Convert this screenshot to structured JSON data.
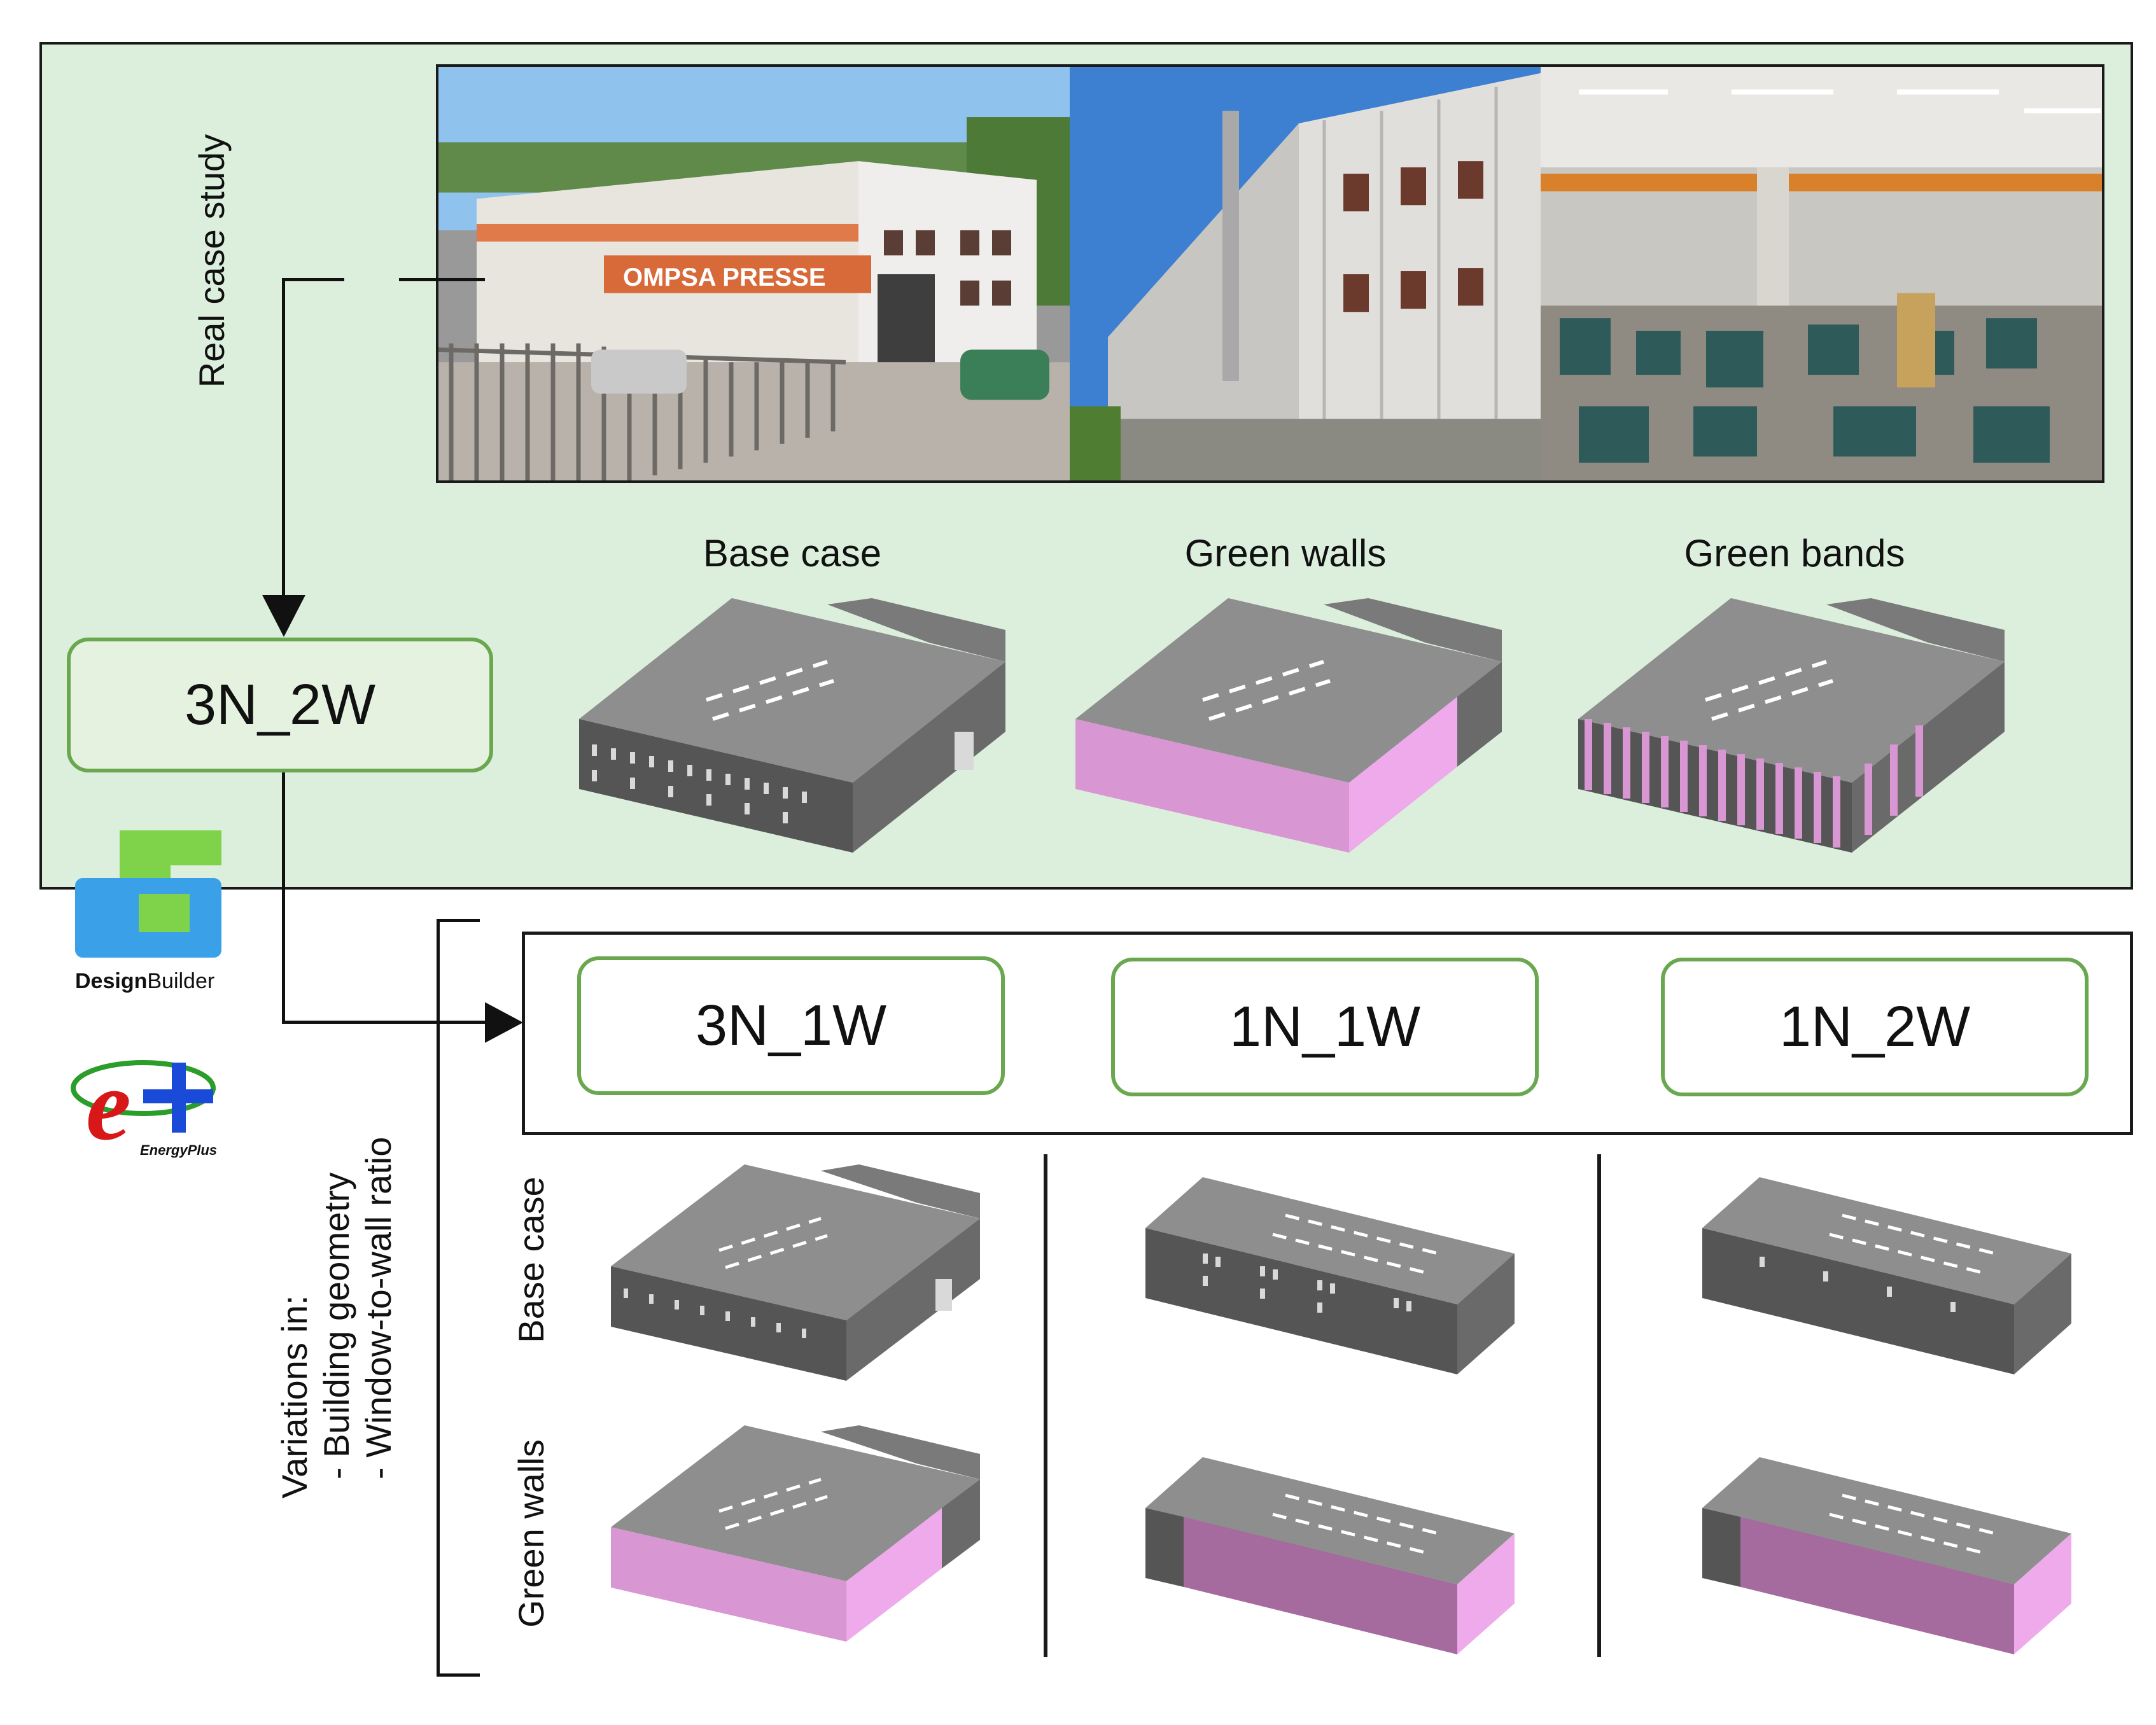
{
  "top_section": {
    "real_case_label": "Real case study",
    "photo_company_sign": "OMPSA PRESSE",
    "scenario_titles": [
      "Base case",
      "Green walls",
      "Green bands"
    ],
    "main_model_label": "3N_2W"
  },
  "bottom_section": {
    "variants": [
      "3N_1W",
      "1N_1W",
      "1N_2W"
    ],
    "row_labels": [
      "Base case",
      "Green walls"
    ],
    "variations_title": "Variations in:",
    "variations_items": [
      "- Building geometry",
      "- Window-to-wall ratio"
    ]
  },
  "logos": {
    "designbuilder": {
      "bold": "Design",
      "regular": "Builder"
    },
    "energyplus_text": "EnergyPlus"
  },
  "colors": {
    "panel_green": "#dcefdc",
    "box_border_green": "#6aa84f",
    "green_wall_pink": "#e9a8e4",
    "building_gray": "#8c8c8c"
  }
}
